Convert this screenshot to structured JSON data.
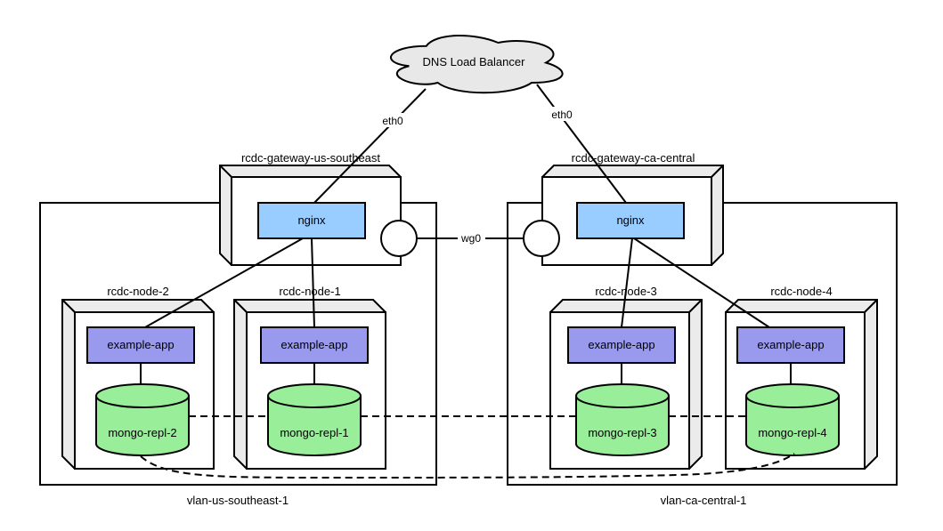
{
  "cloud": {
    "label": "DNS Load Balancer"
  },
  "interfaces": {
    "eth0_left": "eth0",
    "eth0_right": "eth0",
    "wg0": "wg0"
  },
  "gateways": [
    {
      "name": "rcdc-gateway-us-southeast",
      "service": "nginx"
    },
    {
      "name": "rcdc-gateway-ca-central",
      "service": "nginx"
    }
  ],
  "nodes": [
    {
      "name": "rcdc-node-2",
      "app": "example-app",
      "db": "mongo-repl-2"
    },
    {
      "name": "rcdc-node-1",
      "app": "example-app",
      "db": "mongo-repl-1"
    },
    {
      "name": "rcdc-node-3",
      "app": "example-app",
      "db": "mongo-repl-3"
    },
    {
      "name": "rcdc-node-4",
      "app": "example-app",
      "db": "mongo-repl-4"
    }
  ],
  "vlans": [
    {
      "name": "vlan-us-southeast-1"
    },
    {
      "name": "vlan-ca-central-1"
    }
  ],
  "colors": {
    "nginx_fill": "#99ccff",
    "app_fill": "#9999ee",
    "db_fill": "#99ee99",
    "bevel_fill": "#ebebeb",
    "cloud_fill": "#e8e8e8",
    "stroke": "#000000",
    "background": "#ffffff"
  }
}
